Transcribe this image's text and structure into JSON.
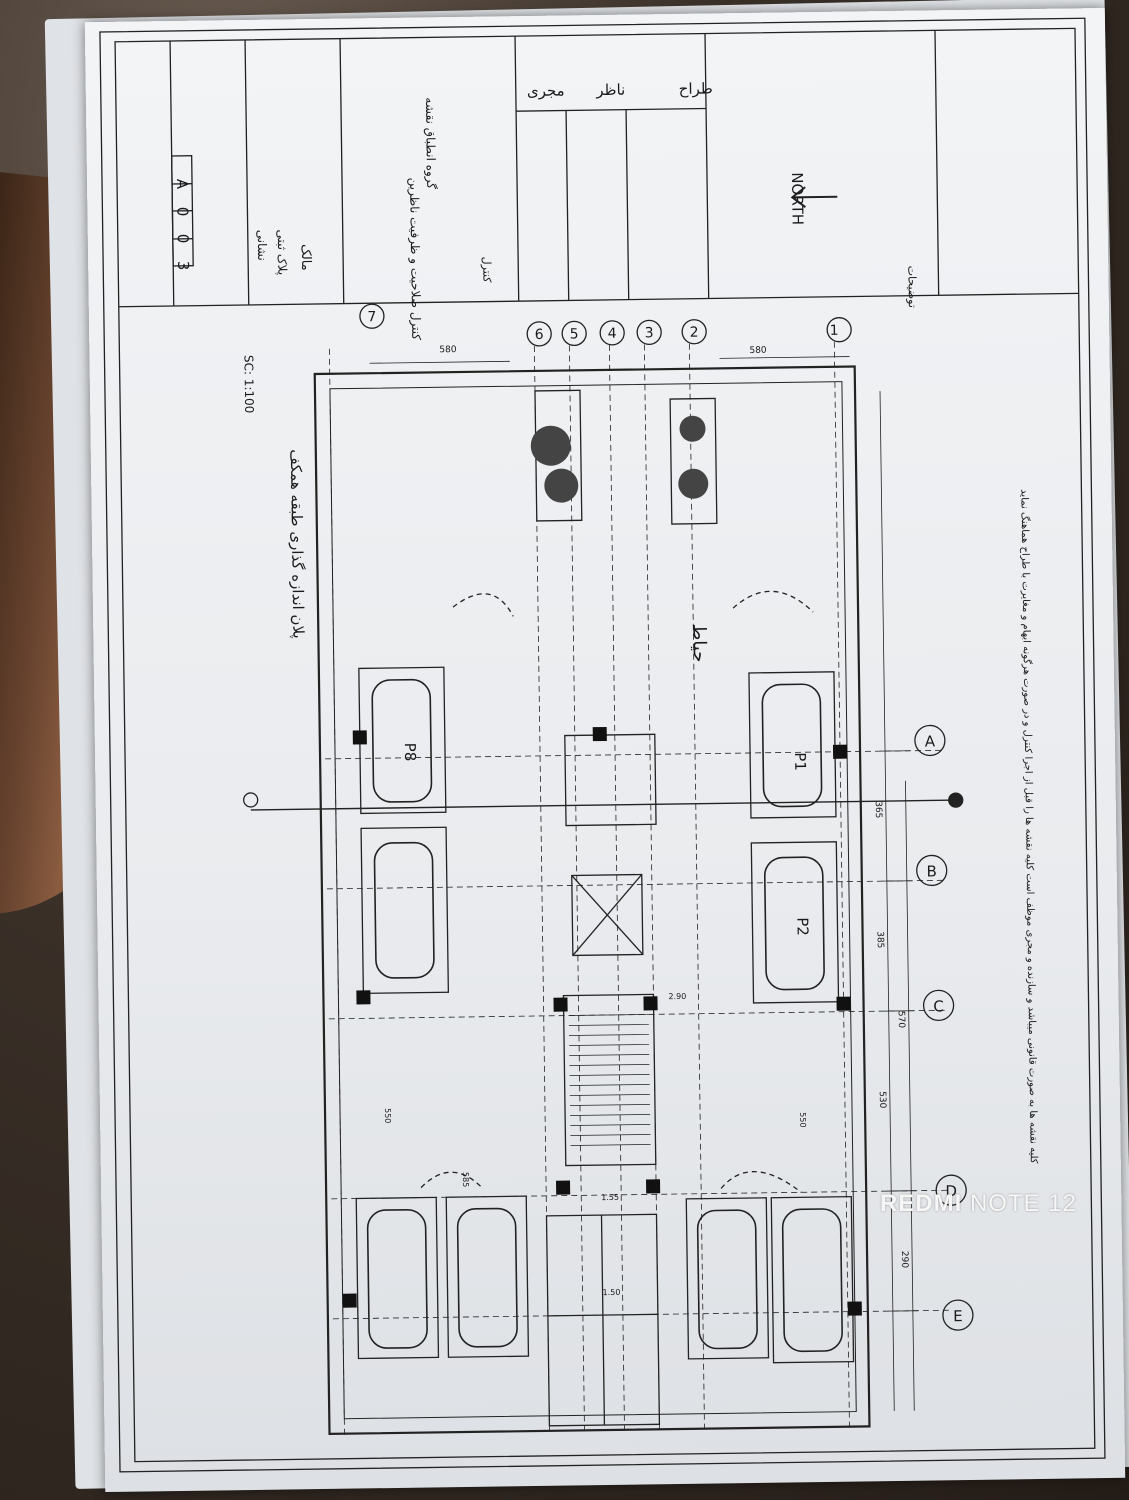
{
  "title_block": {
    "roles": [
      "طراح",
      "ناظر",
      "مجری"
    ],
    "owner_label": "مالک",
    "plate_label": "پلاک ثبتی",
    "address_label": "نشانی",
    "control_label": "کنترل",
    "control_full": "کنترل صلاحیت و ظرفیت ناظرین",
    "group_label": "گروه انطباق نقشه",
    "sheet_code": [
      "A",
      "0",
      "0",
      "3"
    ],
    "north": "NORTH",
    "scale": "SC: 1:100",
    "plan_title": "پلان اندازه گذاری طبقه همکف",
    "top_sheet_label": "مجری",
    "notes_label": "توضیحات"
  },
  "grid_numbers": [
    "1",
    "2",
    "3",
    "4",
    "5",
    "6",
    "7"
  ],
  "grid_letters": [
    "A",
    "B",
    "C",
    "D",
    "E"
  ],
  "parking_labels": [
    "P1",
    "P2",
    "P8"
  ],
  "yard_label": "حیاط",
  "dimensions": [
    "580",
    "580",
    "365",
    "385",
    "570",
    "530",
    "290",
    "550",
    "550",
    "585",
    "1.55",
    "1.50",
    "2.90"
  ],
  "note_text": "کلیه نقشه ها به صورت قانونی میباشد و سازنده و مجری موظف است کلیه نقشه ها را قبل از اجرا کنترل و در صورت هرگونه ابهام و مغایرت با طراح هماهنگ نماید",
  "watermark": {
    "brand": "REDMI",
    "model": "NOTE 12"
  },
  "colors": {
    "paper": "#eef0f2",
    "ink": "#1a1a1a",
    "table": "#3a3028"
  }
}
